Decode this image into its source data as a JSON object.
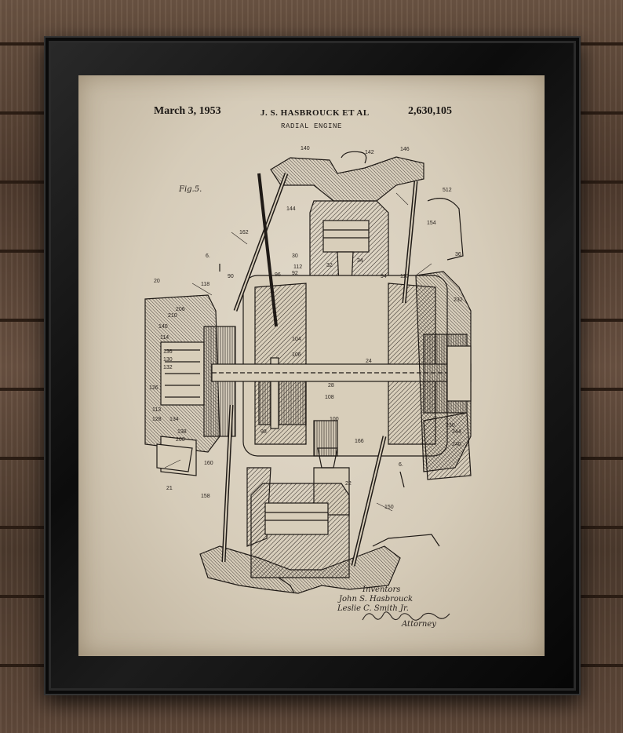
{
  "patent": {
    "date": "March 3, 1953",
    "inventor_header": "J. S. HASBROUCK  ET AL",
    "patent_number": "2,630,105",
    "title": "RADIAL ENGINE",
    "figure_label": "Fig.5."
  },
  "credits": {
    "line1": "Inventors",
    "line2": "John S. Hasbrouck",
    "line3": "Leslie C. Smith Jr.",
    "line4": "Attorney"
  },
  "part_numbers": {
    "n140": "140",
    "n142": "142",
    "n146": "146",
    "n512": "512",
    "n144": "144",
    "n154": "154",
    "n162": "162",
    "n36": "36",
    "n30": "30",
    "n32": "32",
    "n34": "34",
    "n6a": "6.",
    "n20": "20",
    "n118": "118",
    "n90": "90",
    "n96": "96",
    "n112": "112",
    "n92": "92",
    "n94": "94",
    "n110": "110",
    "n206": "206",
    "n210": "210",
    "n114": "114",
    "n140b": "140",
    "n136": "136",
    "n130": "130",
    "n132": "132",
    "n126": "126",
    "n113": "113",
    "n128": "128",
    "n134": "134",
    "n198": "198",
    "n200": "200",
    "n160": "160",
    "n21": "21",
    "n158": "158",
    "n100": "100",
    "n98": "98",
    "n104": "104",
    "n106": "106",
    "n108": "108",
    "n28": "28",
    "n22": "22",
    "n150": "150",
    "n232": "232",
    "n230": "230",
    "n244": "244",
    "n240": "240",
    "n166": "166",
    "n24": "24",
    "n6b": "6."
  }
}
